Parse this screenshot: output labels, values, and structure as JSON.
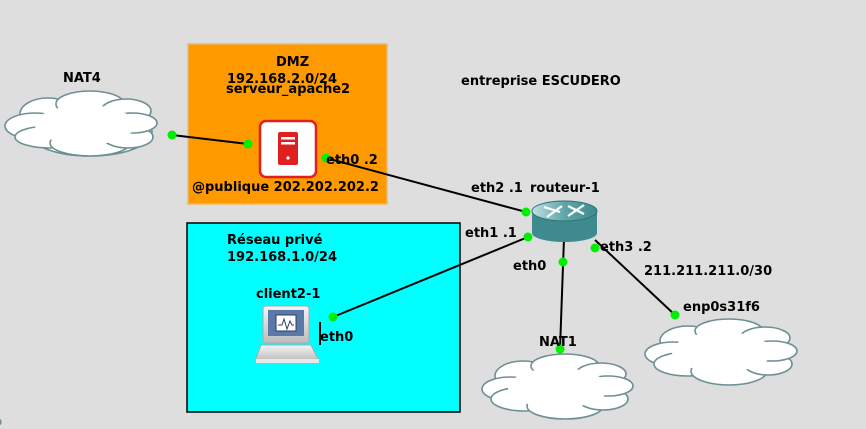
{
  "title": "entreprise ESCUDERO",
  "zones": {
    "dmz": {
      "name": "DMZ",
      "subnet": "192.168.2.0/24",
      "public_ip": "@publique 202.202.202.2",
      "color": "#ff9900"
    },
    "private": {
      "name": "Réseau privé",
      "subnet": "192.168.1.0/24",
      "color": "#00ffff"
    }
  },
  "nodes": {
    "nat4": {
      "label": "NAT4",
      "icon": "cloud-icon"
    },
    "nat1": {
      "label": "NAT1",
      "icon": "cloud-icon"
    },
    "internet_cloud": {
      "icon": "cloud-icon"
    },
    "server": {
      "label": "serveur_apache2",
      "icon": "server-icon"
    },
    "router": {
      "label": "routeur-1",
      "icon": "router-icon"
    },
    "client": {
      "label": "client2-1",
      "icon": "laptop-icon"
    }
  },
  "interfaces": {
    "server_eth0": "eth0 .2",
    "router_eth2": "eth2 .1",
    "router_eth1": "eth1 .1",
    "router_eth3": "eth3 .2",
    "router_eth0": "eth0",
    "wan_subnet": "211.211.211.0/30",
    "cloud_if": "enp0s31f6",
    "client_eth0": "eth0"
  },
  "colors": {
    "link_endpoint": "#00ee00",
    "router_body": "#3f8a8e",
    "server_border": "#e02020"
  }
}
